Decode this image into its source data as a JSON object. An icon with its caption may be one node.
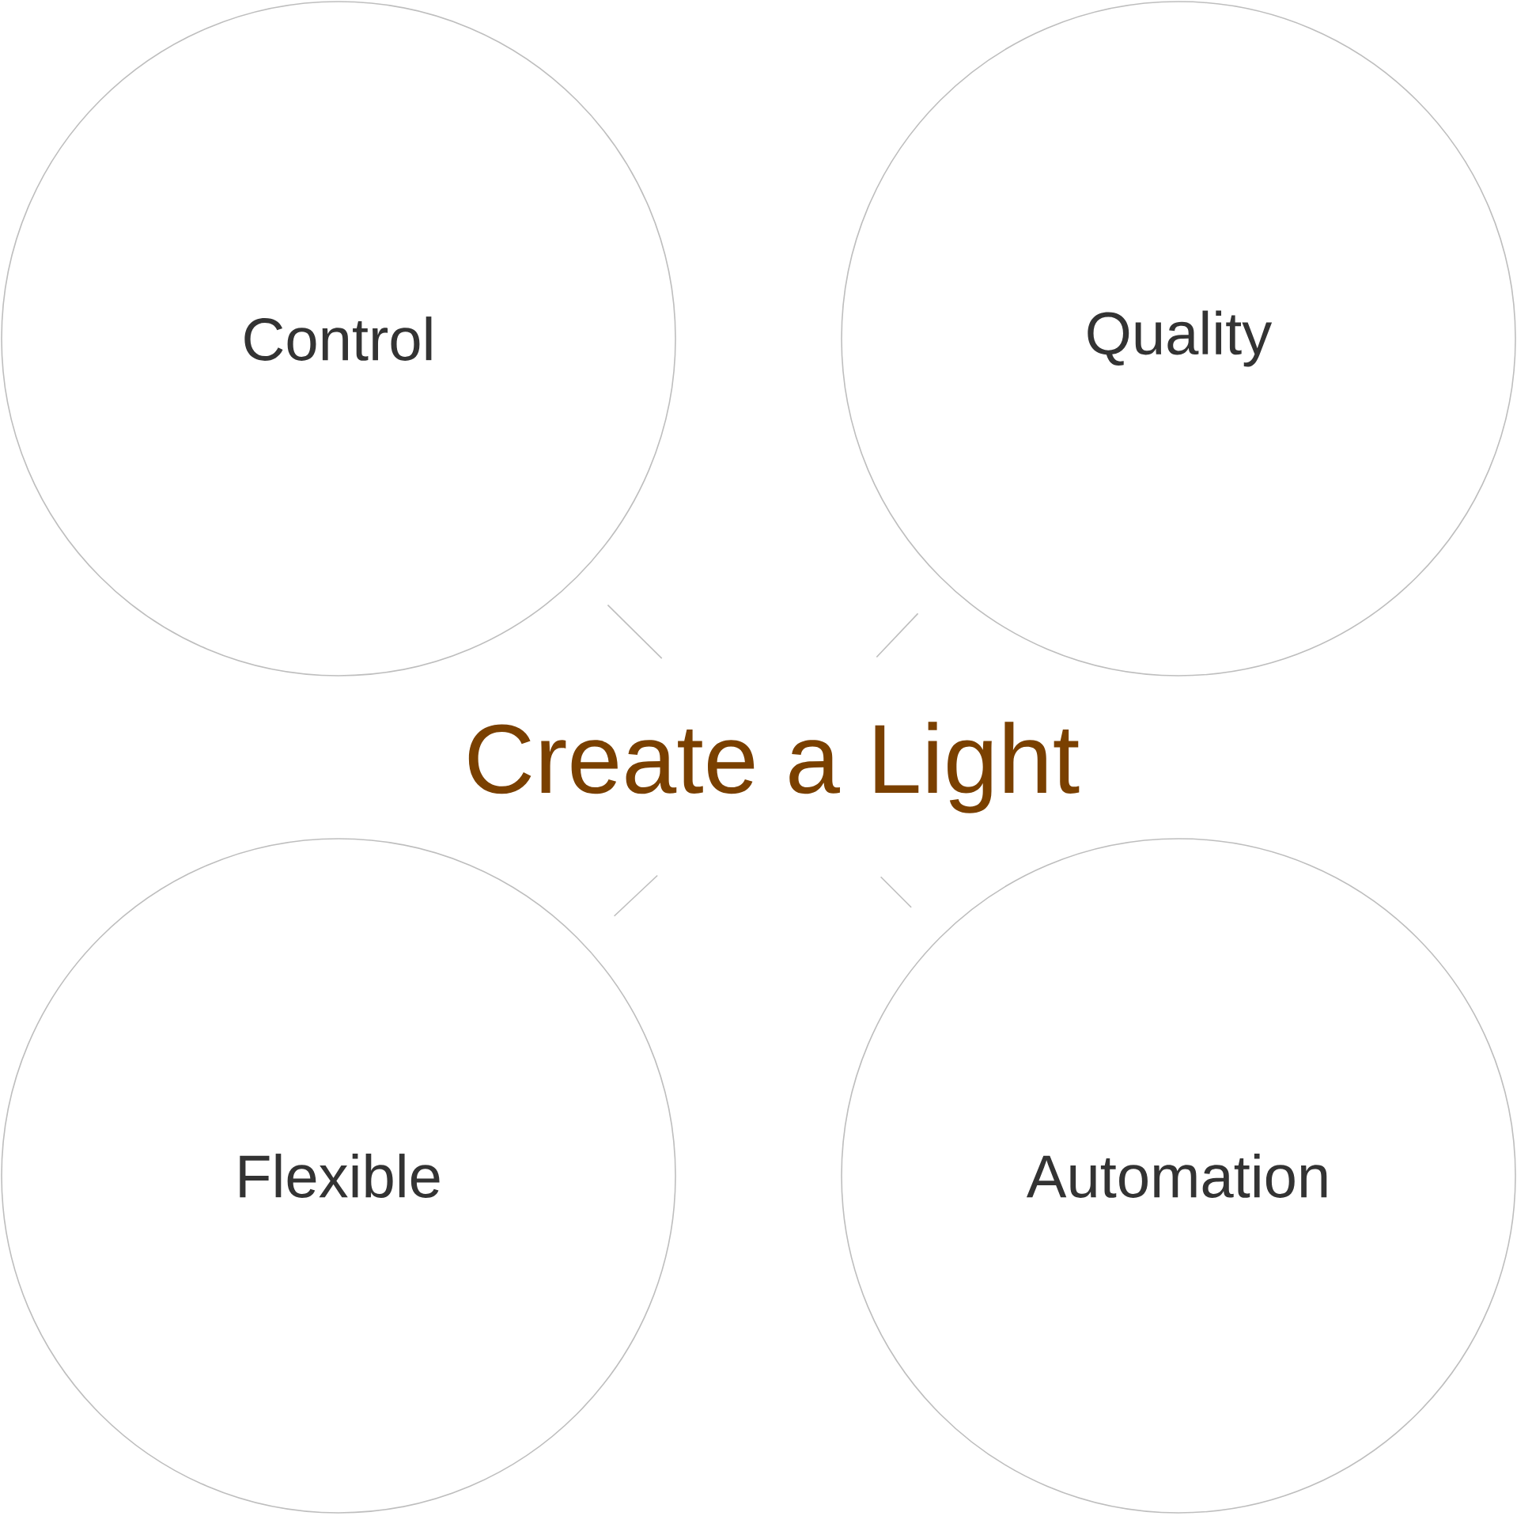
{
  "diagram": {
    "nodes": [
      {
        "text": [
          "Control"
        ]
      },
      {
        "text": [
          "Quality"
        ]
      },
      {
        "text": [
          "Flexible"
        ]
      },
      {
        "text": [
          "Automation"
        ]
      },
      {
        "text": [
          "Create a Light"
        ]
      }
    ],
    "edges": [
      {
        "from": 4,
        "to": 0,
        "arrow": "none"
      },
      {
        "from": 4,
        "to": 1,
        "arrow": "none"
      },
      {
        "from": 4,
        "to": 2,
        "arrow": "none"
      },
      {
        "from": 4,
        "to": 3,
        "arrow": "none"
      }
    ]
  }
}
